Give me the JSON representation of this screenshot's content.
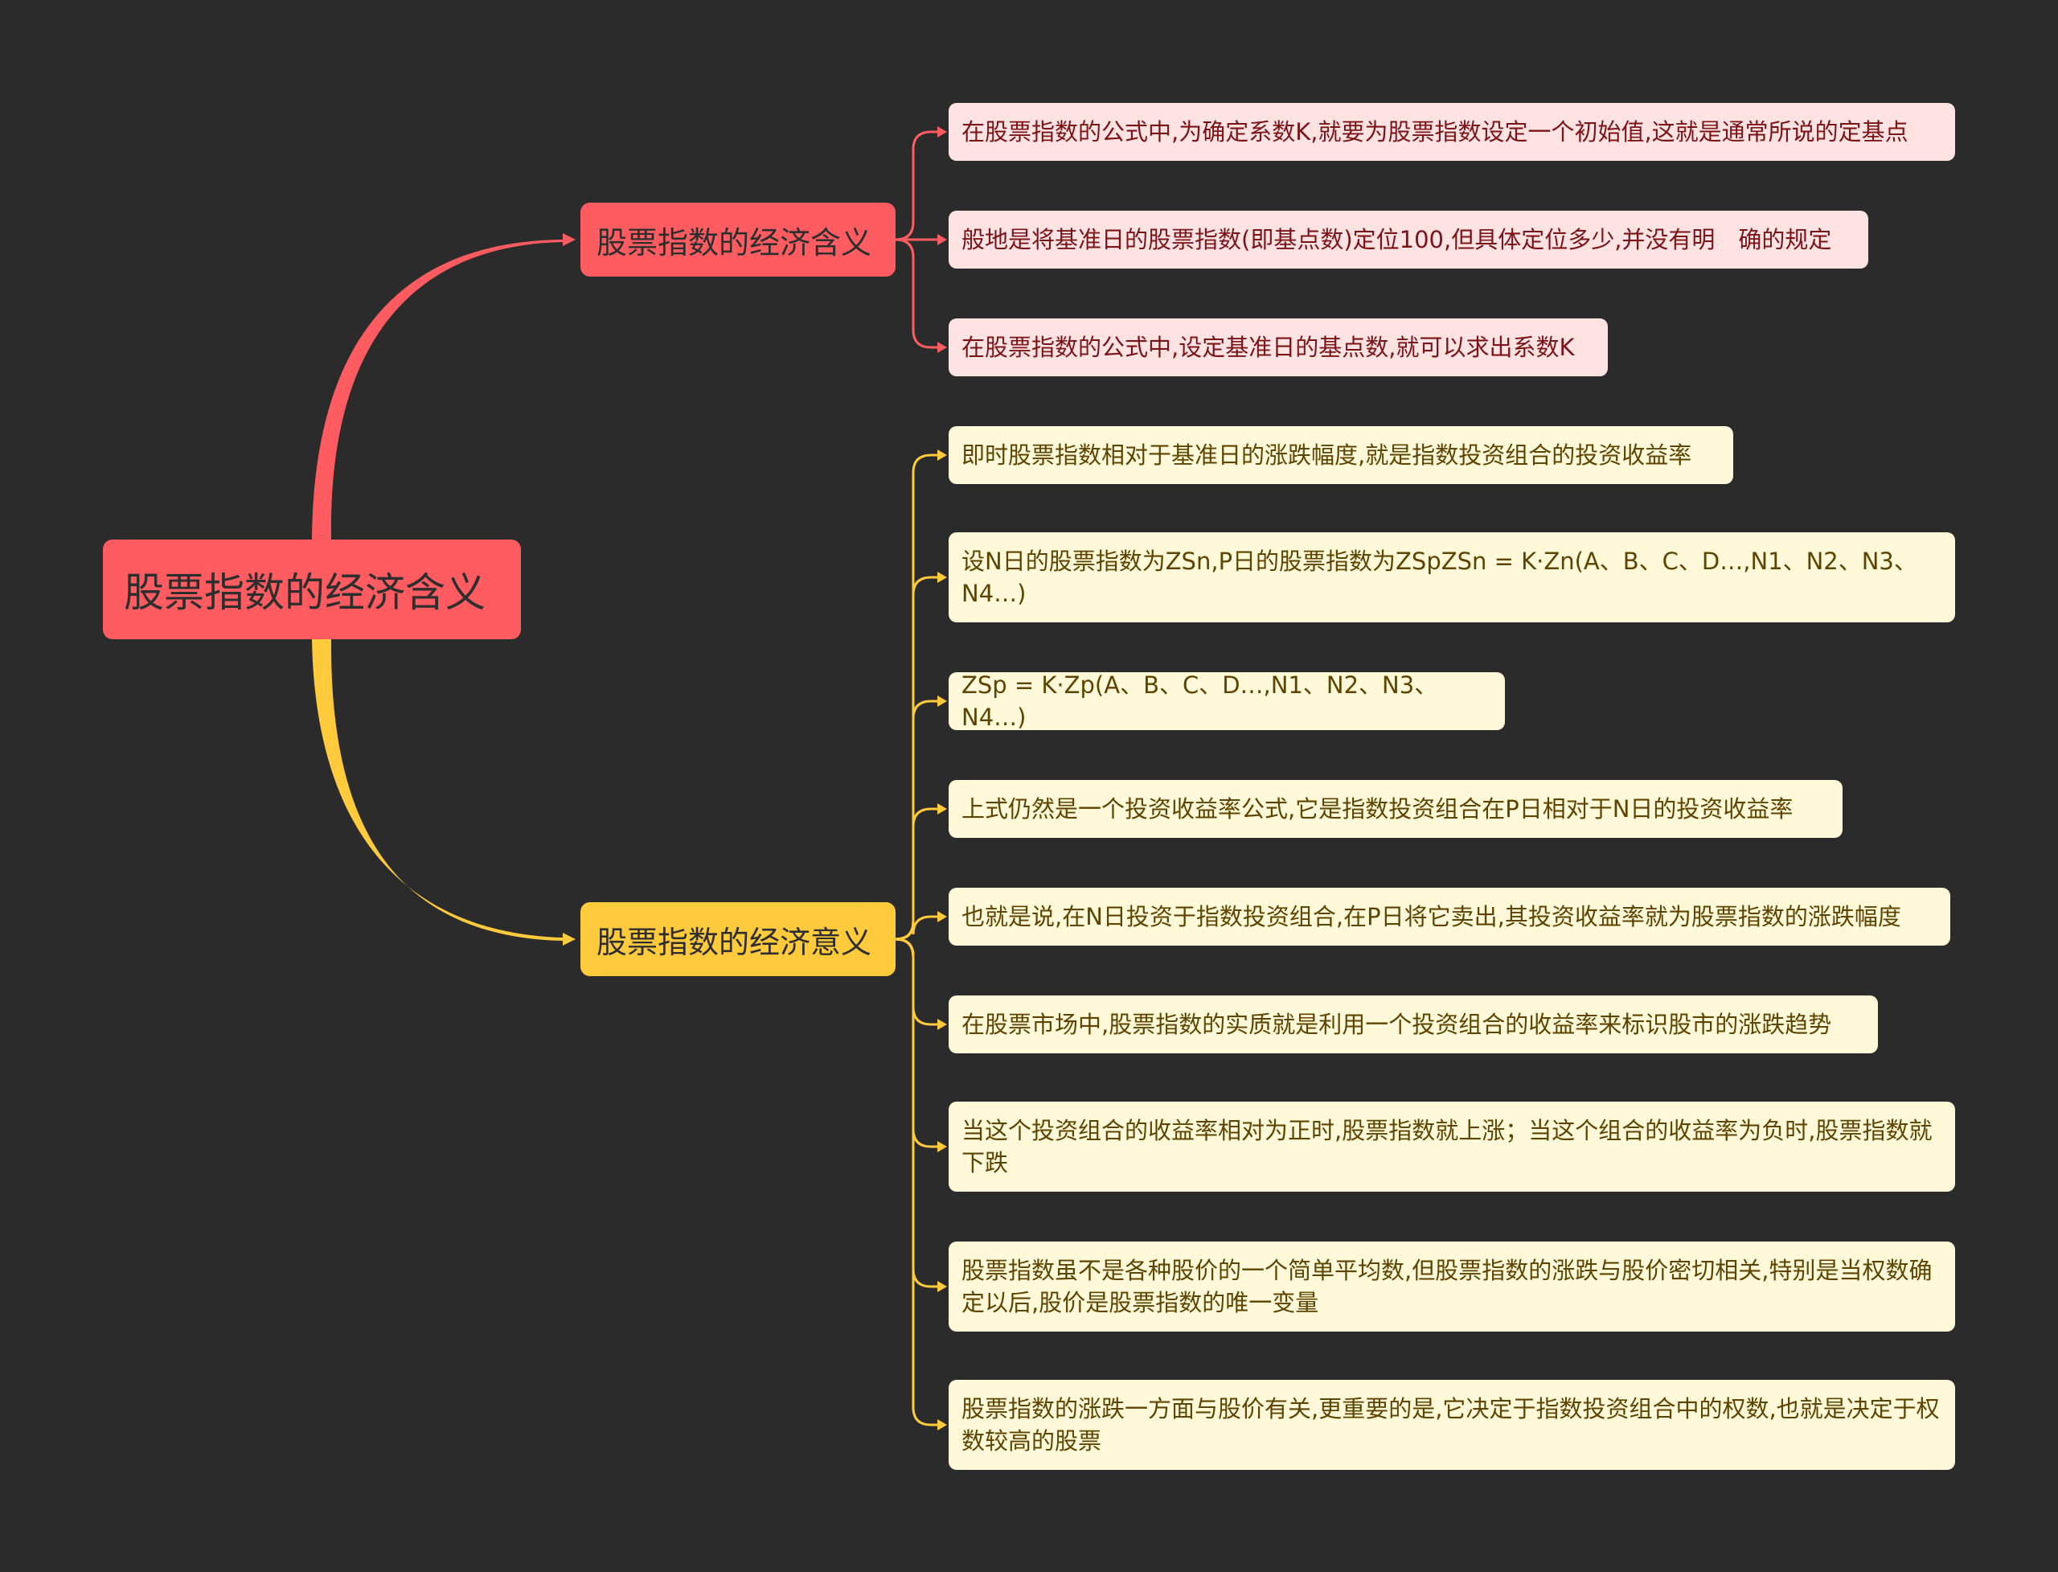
{
  "root": {
    "label": "股票指数的经济含义"
  },
  "branches": [
    {
      "label": "股票指数的经济含义",
      "color": "#ff5c61",
      "leaves": [
        "在股票指数的公式中,为确定系数K,就要为股票指数设定一个初始值,这就是通常所说的定基点",
        "般地是将基准日的股票指数(即基点数)定位100,但具体定位多少,并没有明　确的规定",
        "在股票指数的公式中,设定基准日的基点数,就可以求出系数K"
      ]
    },
    {
      "label": "股票指数的经济意义",
      "color": "#ffcb3d",
      "leaves": [
        "即时股票指数相对于基准日的涨跌幅度,就是指数投资组合的投资收益率",
        "设N日的股票指数为ZSn,P日的股票指数为ZSpZSn = K·Zn(A、B、C、D…,N1、N2、N3、N4…)",
        "ZSp = K·Zp(A、B、C、D…,N1、N2、N3、N4…)",
        "上式仍然是一个投资收益率公式,它是指数投资组合在P日相对于N日的投资收益率",
        "也就是说,在N日投资于指数投资组合,在P日将它卖出,其投资收益率就为股票指数的涨跌幅度",
        "在股票市场中,股票指数的实质就是利用一个投资组合的收益率来标识股市的涨跌趋势",
        "当这个投资组合的收益率相对为正时,股票指数就上涨；当这个组合的收益率为负时,股票指数就下跌",
        "股票指数虽不是各种股价的一个简单平均数,但股票指数的涨跌与股价密切相关,特别是当权数确定以后,股价是股票指数的唯一变量",
        "股票指数的涨跌一方面与股价有关,更重要的是,它决定于指数投资组合中的权数,也就是决定于权数较高的股票"
      ]
    }
  ],
  "colors": {
    "background": "#2b2b2b",
    "red": "#ff5c61",
    "yellow": "#ffcb3d",
    "leaf_red_bg": "#ffe3e3",
    "leaf_yellow_bg": "#fff8d9"
  }
}
